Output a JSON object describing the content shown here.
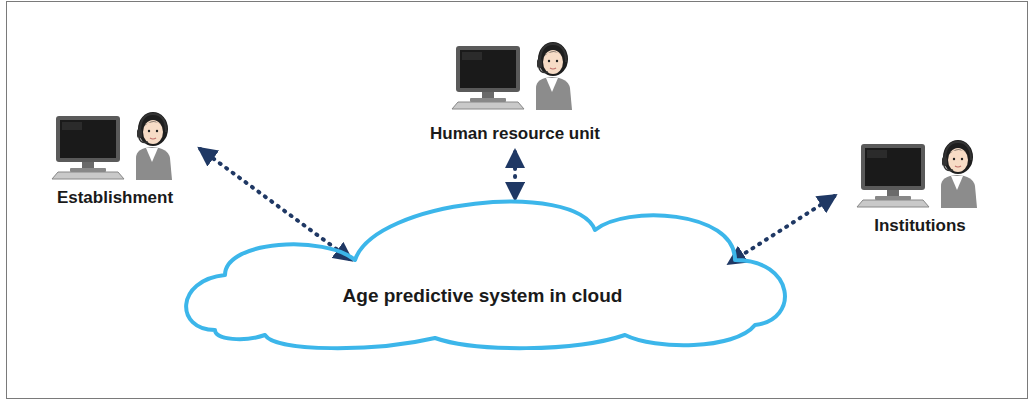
{
  "diagram": {
    "nodes": [
      {
        "text": [
          "Establishment"
        ]
      },
      {
        "text": [
          "Human resource unit"
        ]
      },
      {
        "text": [
          "Institutions"
        ]
      },
      {
        "text": [
          "Age predictive system in cloud"
        ]
      }
    ],
    "edges": [
      {
        "from": 0,
        "to": 3,
        "arrow": "both"
      },
      {
        "from": 1,
        "to": 3,
        "arrow": "both"
      },
      {
        "from": 2,
        "to": 3,
        "arrow": "both"
      }
    ]
  }
}
